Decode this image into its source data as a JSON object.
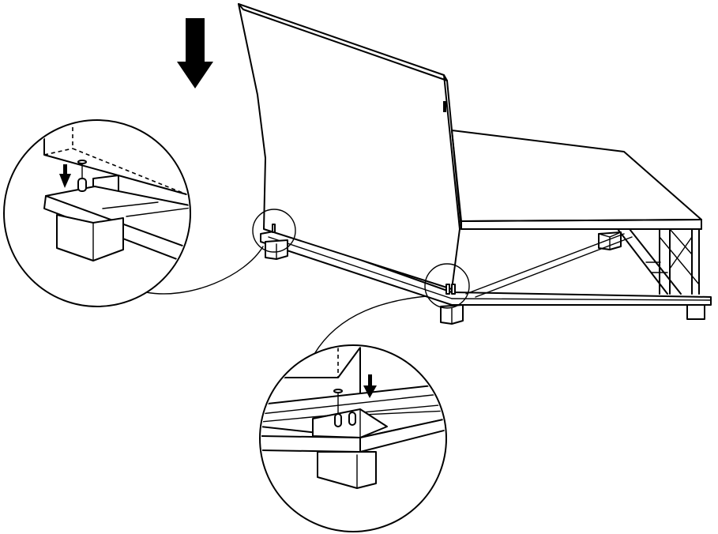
{
  "diagram": {
    "kind": "assembly-instruction-illustration",
    "line_color": "#000000",
    "background_color": "#ffffff",
    "callouts": [
      {
        "id": "left-corner-detail",
        "icon": "arrow-down-icon"
      },
      {
        "id": "front-corner-detail",
        "icon": "arrow-down-icon"
      }
    ],
    "main_arrow": {
      "icon": "arrow-down-icon",
      "direction": "down"
    }
  }
}
